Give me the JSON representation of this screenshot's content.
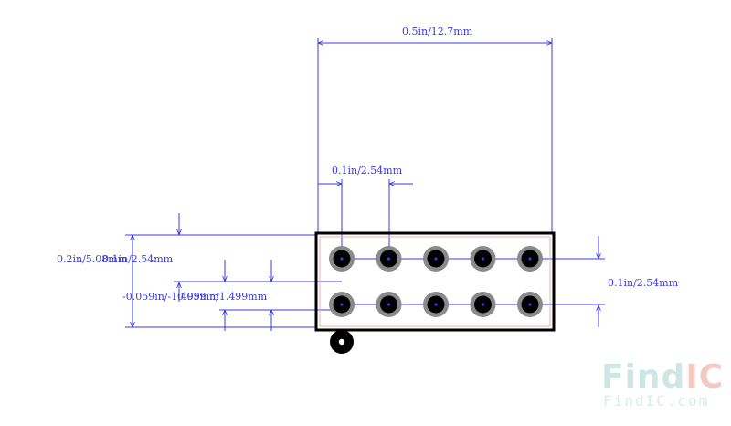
{
  "dimensions": {
    "top_width": "0.5in/12.7mm",
    "pitch_x": "0.1in/2.54mm",
    "left_height": "0.2in/5.08mm",
    "left_pitch": "0.1in/2.54mm",
    "right_pitch": "0.1in/2.54mm",
    "offset_a": "-0.059in/-1.499mm",
    "offset_b": "0.059in/1.499mm"
  },
  "watermark": {
    "brand_main": "FindIC",
    "brand_url": "FindIC.com"
  },
  "colors": {
    "dimension_line": "#3a3ae6",
    "outline": "#000000",
    "pad_ring": "#8a8a8a",
    "pad_core": "#000000",
    "watermark_find": "#cfe7e4",
    "watermark_ic": "#f4c9c1"
  },
  "pads": {
    "rows": 2,
    "columns": 5,
    "pin1_marker": "filled-circle"
  }
}
